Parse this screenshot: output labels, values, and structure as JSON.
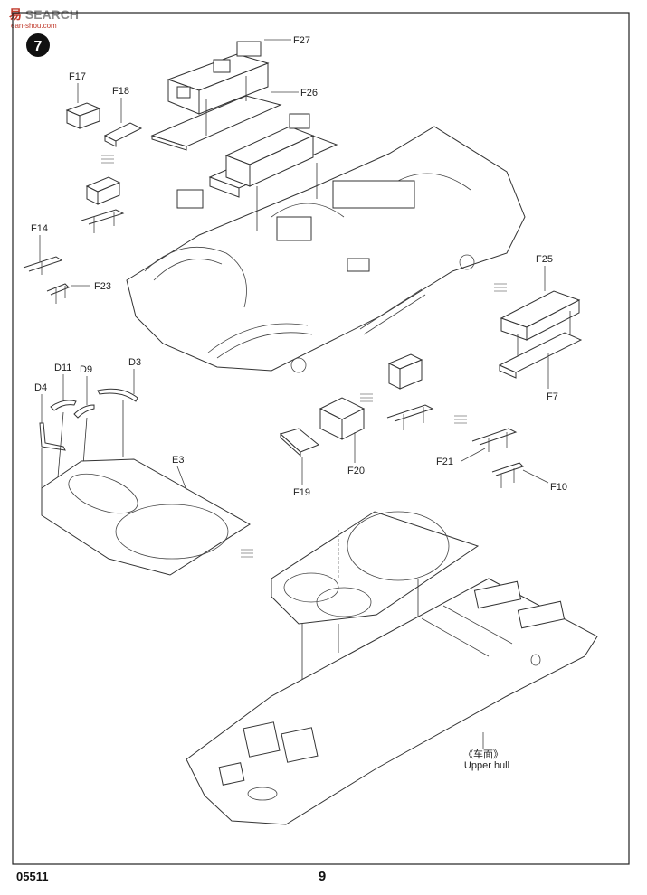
{
  "watermark": {
    "main_red": "易",
    "main_gray": "SEARCH",
    "sub": "ean-shou.com"
  },
  "step": {
    "number": "7"
  },
  "parts": {
    "F27": "F27",
    "F26": "F26",
    "F17": "F17",
    "F18": "F18",
    "F14": "F14",
    "F23": "F23",
    "F25": "F25",
    "F7": "F7",
    "D11": "D11",
    "D9": "D9",
    "D3": "D3",
    "D4": "D4",
    "E3": "E3",
    "F20": "F20",
    "F19": "F19",
    "F21": "F21",
    "F10": "F10"
  },
  "upper_hull": {
    "cn": "《车面》",
    "en": "Upper hull"
  },
  "footer": {
    "code": "05511",
    "page": "9"
  }
}
